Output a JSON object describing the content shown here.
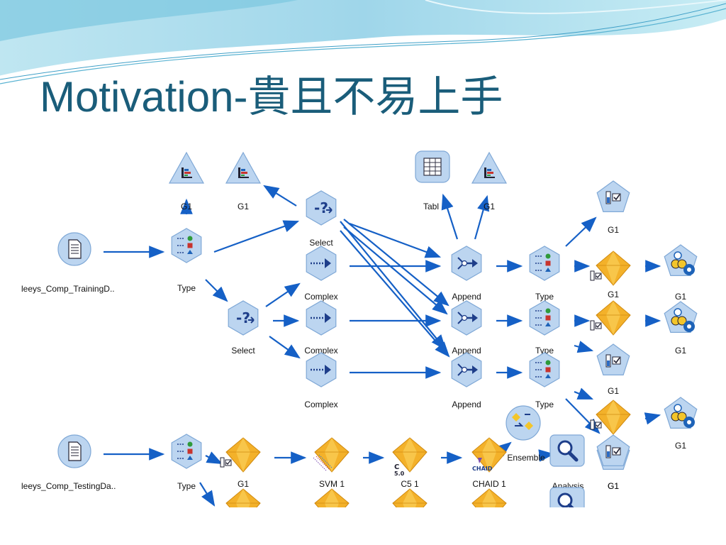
{
  "slide": {
    "title": "Motivation-貴且不易上手"
  },
  "colors": {
    "title": "#1a5d7a",
    "arrow": "#1560c6",
    "node_fill": "#bcd5f0",
    "model_gold": "#f3b12a"
  },
  "stream": {
    "nodes": [
      {
        "id": "src_train",
        "icon": "source-file-icon",
        "label": "leeys_Comp_TrainingD.."
      },
      {
        "id": "type1",
        "icon": "type-icon",
        "label": "Type"
      },
      {
        "id": "g1a",
        "icon": "graph-icon",
        "label": "G1"
      },
      {
        "id": "g1b",
        "icon": "graph-icon",
        "label": "G1"
      },
      {
        "id": "select1",
        "icon": "select-icon",
        "label": "Select"
      },
      {
        "id": "select2",
        "icon": "select-icon",
        "label": "Select"
      },
      {
        "id": "complex1",
        "icon": "complex-icon",
        "label": "Complex"
      },
      {
        "id": "complex2",
        "icon": "complex-icon",
        "label": "Complex"
      },
      {
        "id": "complex3",
        "icon": "complex-icon",
        "label": "Complex"
      },
      {
        "id": "table",
        "icon": "table-icon",
        "label": "Tabl"
      },
      {
        "id": "g1c",
        "icon": "graph-icon",
        "label": "G1"
      },
      {
        "id": "append1",
        "icon": "append-icon",
        "label": "Append"
      },
      {
        "id": "append2",
        "icon": "append-icon",
        "label": "Append"
      },
      {
        "id": "append3",
        "icon": "append-icon",
        "label": "Append"
      },
      {
        "id": "type2",
        "icon": "type-icon",
        "label": "Type"
      },
      {
        "id": "type3",
        "icon": "type-icon",
        "label": "Type"
      },
      {
        "id": "type4",
        "icon": "type-icon",
        "label": "Type"
      },
      {
        "id": "g1d",
        "icon": "modeling-icon",
        "label": "G1"
      },
      {
        "id": "g1e",
        "icon": "model-nugget-icon",
        "label": "G1"
      },
      {
        "id": "g1f",
        "icon": "model-nugget-icon",
        "label": ""
      },
      {
        "id": "g1g",
        "icon": "modeling-icon",
        "label": "G1"
      },
      {
        "id": "g1h",
        "icon": "model-nugget-icon",
        "label": ""
      },
      {
        "id": "g1i",
        "icon": "modeling-icon",
        "label": "G1"
      },
      {
        "id": "g1j",
        "icon": "auto-model-icon",
        "label": "G1"
      },
      {
        "id": "g1k",
        "icon": "auto-model-icon",
        "label": "G1"
      },
      {
        "id": "g1l",
        "icon": "auto-model-icon",
        "label": "G1"
      },
      {
        "id": "src_test",
        "icon": "source-file-icon",
        "label": "leeys_Comp_TestingDa.."
      },
      {
        "id": "type5",
        "icon": "type-icon",
        "label": "Type"
      },
      {
        "id": "g1m",
        "icon": "model-nugget-icon",
        "label": "G1"
      },
      {
        "id": "svm1",
        "icon": "svm-nugget-icon",
        "label": "SVM 1"
      },
      {
        "id": "c51",
        "icon": "c5-nugget-icon",
        "label": "C5 1"
      },
      {
        "id": "chaid1",
        "icon": "chaid-nugget-icon",
        "label": "CHAID 1"
      },
      {
        "id": "ensemble",
        "icon": "ensemble-icon",
        "label": "Ensemble"
      },
      {
        "id": "analysis",
        "icon": "analysis-icon",
        "label": "Analysis"
      },
      {
        "id": "g1n",
        "icon": "modeling-icon",
        "label": "G1"
      }
    ]
  }
}
